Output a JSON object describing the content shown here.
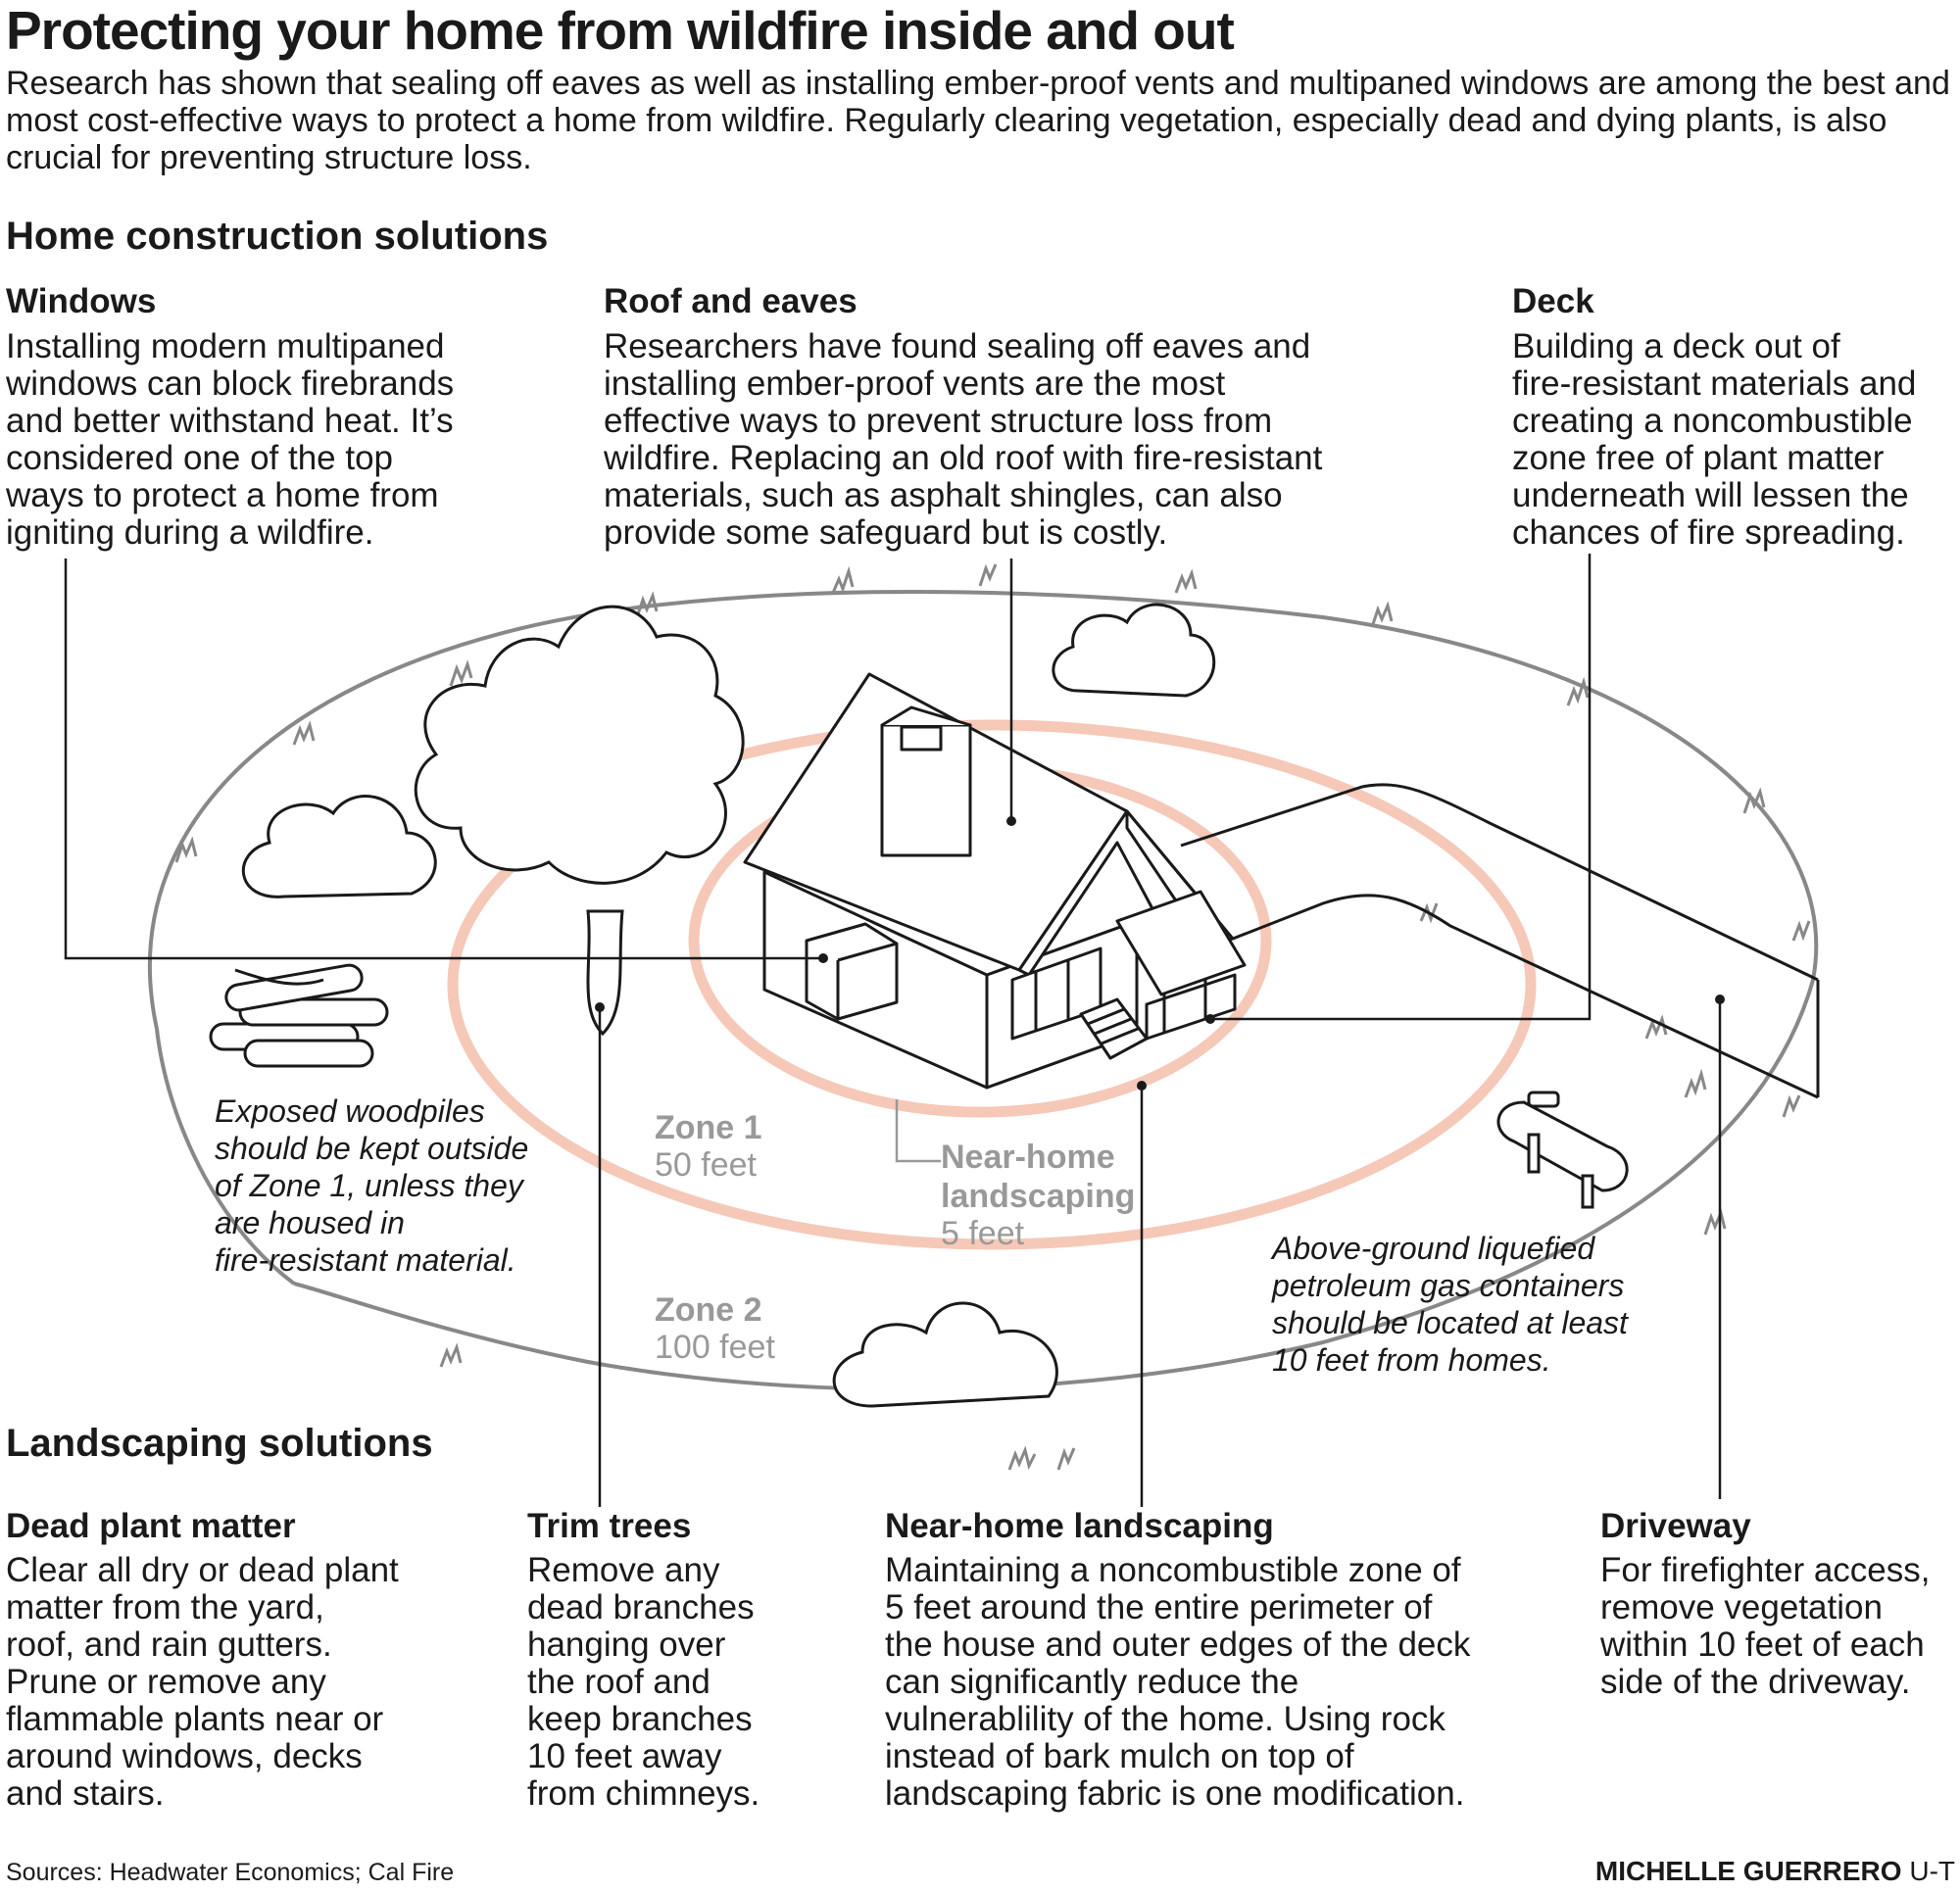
{
  "title": "Protecting your home from wildfire inside and out",
  "intro": "Research has shown that sealing off eaves as well as installing ember-proof vents and multipaned windows are among the best and most cost-effective ways to protect a home from wildfire. Regularly clearing vegetation, especially dead and dying plants, is also crucial for preventing structure loss.",
  "construction": {
    "heading": "Home construction solutions",
    "windows": {
      "title": "Windows",
      "text": "Installing modern multipaned\nwindows can block firebrands\nand better withstand heat. It’s\nconsidered one of the top\nways to protect a home from\nigniting during a wildfire."
    },
    "roof": {
      "title": "Roof and eaves",
      "text": "Researchers have found sealing off eaves and\ninstalling ember-proof vents are the most\neffective ways to prevent structure loss from\nwildfire. Replacing an old roof with fire-resistant\nmaterials, such as asphalt shingles, can also\nprovide some safeguard but is costly."
    },
    "deck": {
      "title": "Deck",
      "text": "Building a deck out of\nfire-resistant materials and\ncreating a noncombustible\nzone free of plant matter\nunderneath will lessen the\nchances of fire spreading."
    }
  },
  "notes": {
    "woodpile": "Exposed woodpiles\nshould be kept outside\nof Zone 1, unless they\nare housed in\nfire-resistant material.",
    "propane": "Above-ground liquefied\npetroleum gas containers\nshould be located at least\n10 feet from homes."
  },
  "zones": {
    "zone1_name": "Zone 1",
    "zone1_dist": "50 feet",
    "zone2_name": "Zone 2",
    "zone2_dist": "100 feet",
    "near_name_1": "Near-home",
    "near_name_2": "landscaping",
    "near_dist": "5 feet"
  },
  "landscaping": {
    "heading": "Landscaping solutions",
    "dead": {
      "title": "Dead plant matter",
      "text": "Clear all dry or dead plant\nmatter from the yard,\nroof, and rain gutters.\nPrune or remove any\nflammable plants near or\naround windows, decks\nand stairs."
    },
    "trim": {
      "title": "Trim trees",
      "text": "Remove any\ndead branches\nhanging over\nthe roof and\nkeep branches\n10 feet away\nfrom chimneys."
    },
    "near": {
      "title": "Near-home landscaping",
      "text": "Maintaining a noncombustible zone of\n5 feet around the entire perimeter of\nthe house and outer edges of the deck\ncan significantly reduce the\nvulnerablility of the home. Using rock\ninstead of bark mulch on top of\nlandscaping fabric is one modification."
    },
    "driveway": {
      "title": "Driveway",
      "text": "For firefighter access,\nremove vegetation\nwithin 10 feet of each\nside of the driveway."
    }
  },
  "footer": {
    "sources": "Sources: Headwater Economics; Cal Fire",
    "author": "MICHELLE GUERRERO",
    "outlet": "U-T"
  },
  "colors": {
    "zone_ring": "#f6c8b8",
    "ink": "#1a1a1a",
    "grass": "#888888",
    "muted_label": "#999999"
  }
}
